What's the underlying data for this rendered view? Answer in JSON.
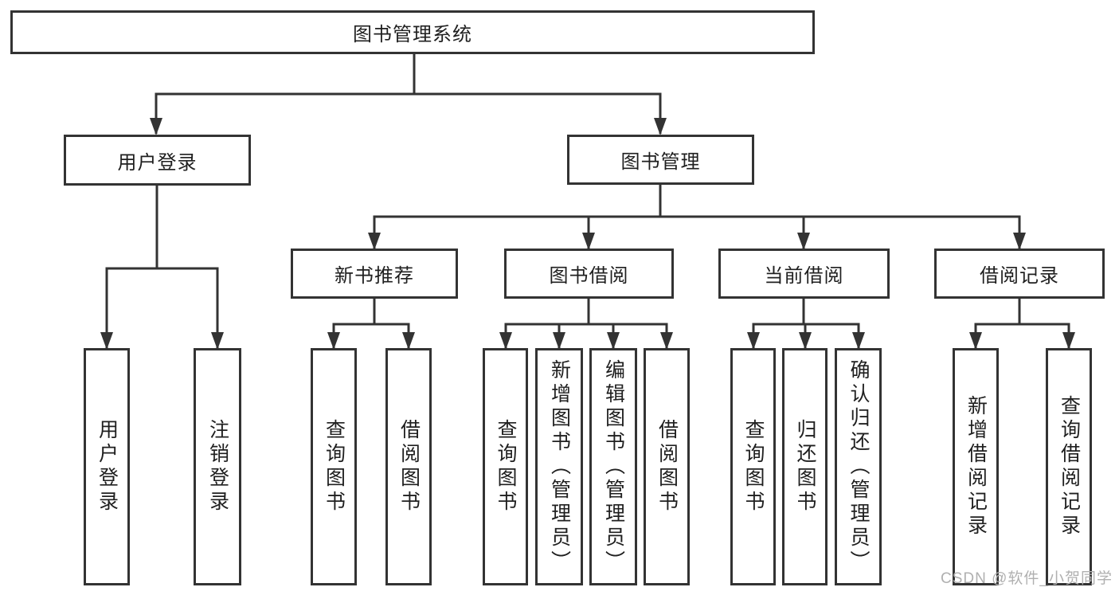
{
  "diagram": {
    "title": "图书管理系统",
    "nodes": {
      "root": {
        "label": "图书管理系统"
      },
      "user_login": {
        "label": "用户登录"
      },
      "book_mgmt": {
        "label": "图书管理"
      },
      "new_book_rec": {
        "label": "新书推荐"
      },
      "book_borrow": {
        "label": "图书借阅"
      },
      "current_borrow": {
        "label": "当前借阅"
      },
      "borrow_record": {
        "label": "借阅记录"
      },
      "leaf_user_login": {
        "label": "用户登录"
      },
      "leaf_logout": {
        "label": "注销登录"
      },
      "rec_query_book": {
        "label": "查询图书"
      },
      "rec_borrow_book": {
        "label": "借阅图书"
      },
      "bb_query_book": {
        "label": "查询图书"
      },
      "bb_add_book": {
        "label": "新增图书（管理员）"
      },
      "bb_edit_book": {
        "label": "编辑图书（管理员）"
      },
      "bb_borrow_book": {
        "label": "借阅图书"
      },
      "cb_query_book": {
        "label": "查询图书"
      },
      "cb_return_book": {
        "label": "归还图书"
      },
      "cb_confirm_return": {
        "label": "确认归还（管理员）"
      },
      "br_add_record": {
        "label": "新增借阅记录"
      },
      "br_query_record": {
        "label": "查询借阅记录"
      }
    }
  },
  "watermark": {
    "text": "CSDN @软件_小贺同学"
  },
  "colors": {
    "line": "#333333",
    "box_border": "#333333",
    "box_background": "#ffffff",
    "text": "#1f1f1f",
    "watermark": "#b0b0b0"
  }
}
